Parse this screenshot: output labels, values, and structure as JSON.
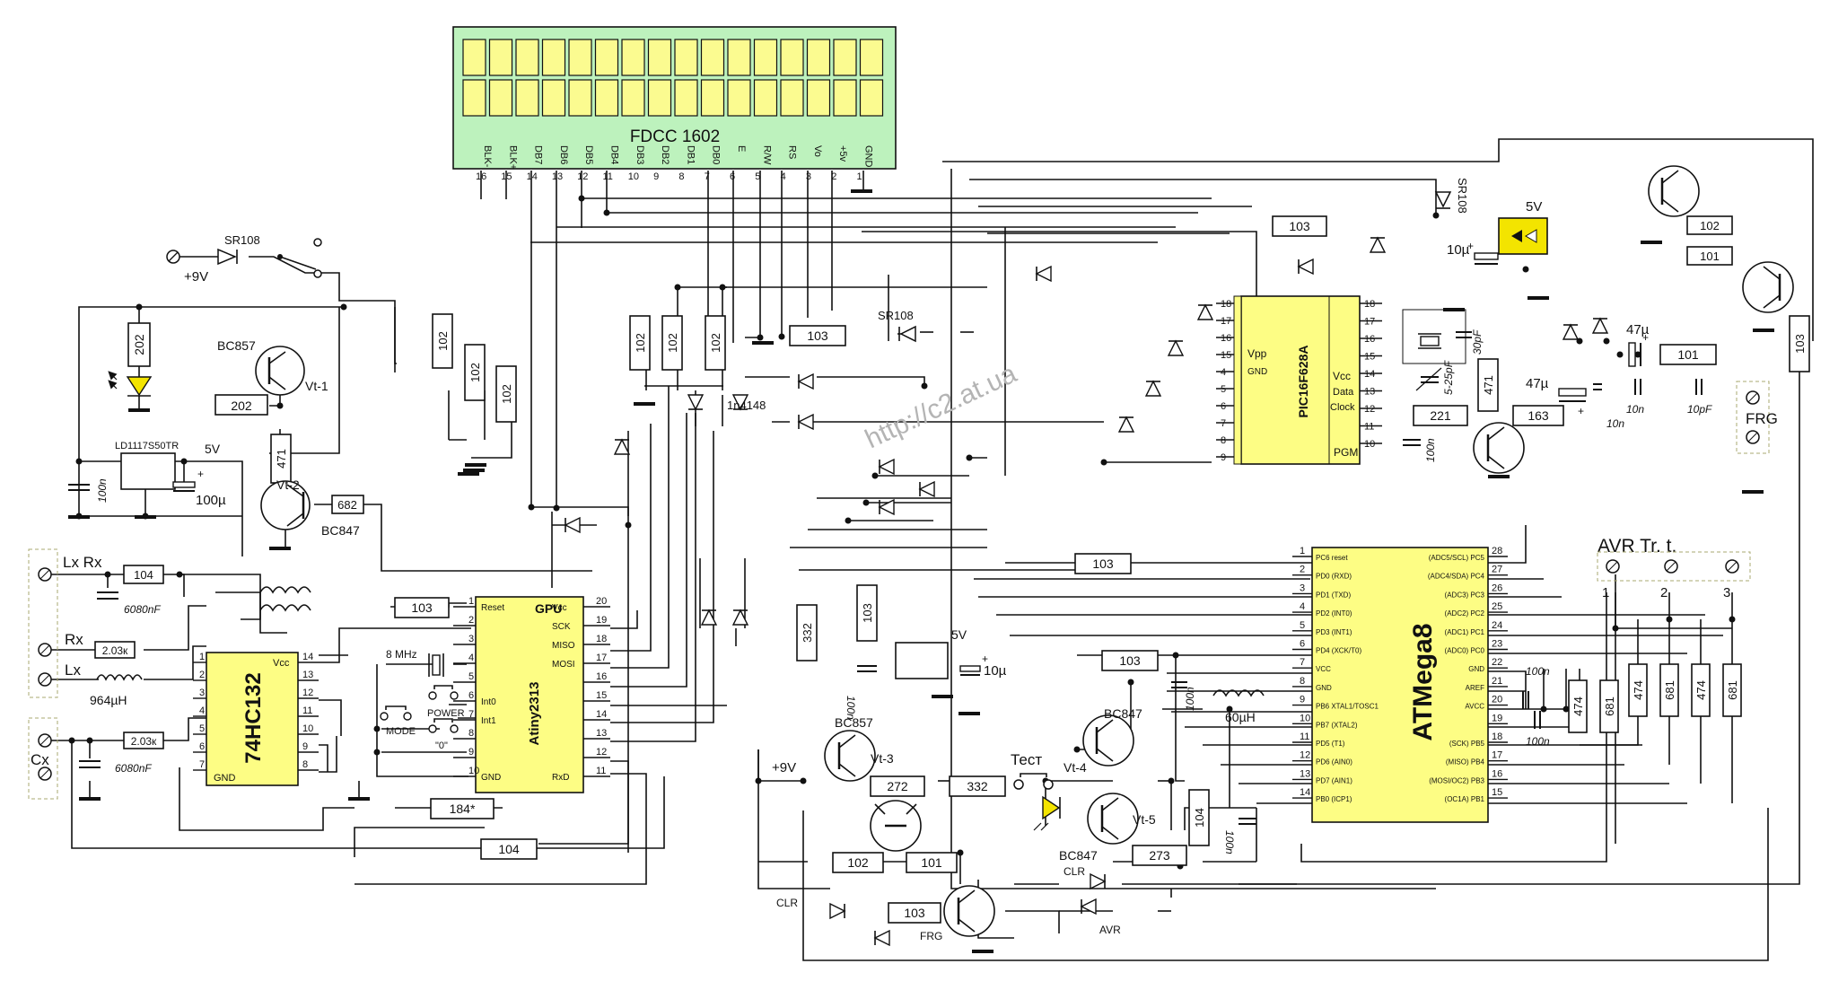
{
  "lcd": {
    "name": "FDCC 1602",
    "pins": [
      {
        "num": "16",
        "name": "BLK-"
      },
      {
        "num": "15",
        "name": "BLK+"
      },
      {
        "num": "14",
        "name": "DB7"
      },
      {
        "num": "13",
        "name": "DB6"
      },
      {
        "num": "12",
        "name": "DB5"
      },
      {
        "num": "11",
        "name": "DB4"
      },
      {
        "num": "10",
        "name": "DB3"
      },
      {
        "num": "9",
        "name": "DB2"
      },
      {
        "num": "8",
        "name": "DB1"
      },
      {
        "num": "7",
        "name": "DB0"
      },
      {
        "num": "6",
        "name": "E"
      },
      {
        "num": "5",
        "name": "R/W"
      },
      {
        "num": "4",
        "name": "RS"
      },
      {
        "num": "3",
        "name": "Vo"
      },
      {
        "num": "2",
        "name": "+5v"
      },
      {
        "num": "1",
        "name": "GND"
      }
    ]
  },
  "gpu": {
    "title": "GPU",
    "part": "Atiny2313",
    "left_pins": [
      {
        "num": "1",
        "name": "Reset"
      },
      {
        "num": "2",
        "name": ""
      },
      {
        "num": "3",
        "name": ""
      },
      {
        "num": "4",
        "name": ""
      },
      {
        "num": "5",
        "name": ""
      },
      {
        "num": "6",
        "name": "Int0"
      },
      {
        "num": "7",
        "name": "Int1"
      },
      {
        "num": "8",
        "name": ""
      },
      {
        "num": "9",
        "name": ""
      },
      {
        "num": "10",
        "name": "GND"
      }
    ],
    "right_pins": [
      {
        "num": "20",
        "name": "Vcc"
      },
      {
        "num": "19",
        "name": "SCK"
      },
      {
        "num": "18",
        "name": "MISO"
      },
      {
        "num": "17",
        "name": "MOSI"
      },
      {
        "num": "16",
        "name": ""
      },
      {
        "num": "15",
        "name": ""
      },
      {
        "num": "14",
        "name": ""
      },
      {
        "num": "13",
        "name": ""
      },
      {
        "num": "12",
        "name": ""
      },
      {
        "num": "11",
        "name": "RxD"
      }
    ]
  },
  "hc132": {
    "part": "74HC132",
    "vcc": "Vcc",
    "gnd": "GND",
    "left_nums": [
      "1",
      "2",
      "3",
      "4",
      "5",
      "6",
      "7"
    ],
    "right_nums": [
      "14",
      "13",
      "12",
      "11",
      "10",
      "9",
      "8"
    ]
  },
  "pic": {
    "part": "PIC16F628A",
    "left_nums": [
      "18",
      "17",
      "16",
      "15",
      "4",
      "5",
      "6",
      "7",
      "8",
      "9"
    ],
    "right_nums": [
      "18",
      "17",
      "16",
      "15",
      "14",
      "13",
      "12",
      "11",
      "10"
    ],
    "labels": {
      "vpp": "Vpp",
      "gnd": "GND",
      "vcc": "Vcc",
      "data": "Data",
      "clock": "Clock",
      "pgm": "PGM"
    }
  },
  "atmega": {
    "part": "ATMega8",
    "left_pins": [
      {
        "num": "1",
        "name": "PC6 reset"
      },
      {
        "num": "2",
        "name": "PD0 (RXD)"
      },
      {
        "num": "3",
        "name": "PD1 (TXD)"
      },
      {
        "num": "4",
        "name": "PD2 (INT0)"
      },
      {
        "num": "5",
        "name": "PD3 (INT1)"
      },
      {
        "num": "6",
        "name": "PD4 (XCK/T0)"
      },
      {
        "num": "7",
        "name": "VCC"
      },
      {
        "num": "8",
        "name": "GND"
      },
      {
        "num": "9",
        "name": "PB6 XTAL1/TOSC1"
      },
      {
        "num": "10",
        "name": "PB7 (XTAL2)"
      },
      {
        "num": "11",
        "name": "PD5 (T1)"
      },
      {
        "num": "12",
        "name": "PD6 (AIN0)"
      },
      {
        "num": "13",
        "name": "PD7 (AIN1)"
      },
      {
        "num": "14",
        "name": "PB0 (ICP1)"
      }
    ],
    "right_pins": [
      {
        "num": "28",
        "name": "(ADC5/SCL) PC5"
      },
      {
        "num": "27",
        "name": "(ADC4/SDA) PC4"
      },
      {
        "num": "26",
        "name": "(ADC3) PC3"
      },
      {
        "num": "25",
        "name": "(ADC2) PC2"
      },
      {
        "num": "24",
        "name": "(ADC1) PC1"
      },
      {
        "num": "23",
        "name": "(ADC0) PC0"
      },
      {
        "num": "22",
        "name": "GND"
      },
      {
        "num": "21",
        "name": "AREF"
      },
      {
        "num": "20",
        "name": "AVCC"
      },
      {
        "num": "19",
        "name": ""
      },
      {
        "num": "18",
        "name": "(SCK) PB5"
      },
      {
        "num": "17",
        "name": "(MISO) PB4"
      },
      {
        "num": "16",
        "name": "(MOSI/OC2) PB3"
      },
      {
        "num": "15",
        "name": "(OC1A) PB1"
      }
    ]
  },
  "resistors": {
    "r202_led": "202",
    "r202_base": "202",
    "r471_vt1": "471",
    "r682": "682",
    "r104_lx": "104",
    "r103_reset": "103",
    "r102_a": "102",
    "r102_b": "102",
    "r102_c": "102",
    "r102_d": "102",
    "r102_e": "102",
    "r102_f": "102",
    "r103_vo": "103",
    "r103_pic_top": "103",
    "r471_pic": "471",
    "r221": "221",
    "r163": "163",
    "r102_q": "102",
    "r101_q": "101",
    "r103_right": "103",
    "r101_frg": "101",
    "r103_pc5": "103",
    "r103_vcc": "103",
    "r332_v": "332",
    "r103_atm": "103",
    "r272": "272",
    "r332_h": "332",
    "r104_v": "104",
    "r273": "273",
    "r102_b2": "102",
    "r101_b2": "101",
    "r103_b3": "103",
    "r184": "184*",
    "r104_bottom": "104",
    "r474_a": "474",
    "r681_a": "681",
    "r474_b": "474",
    "r681_b": "681",
    "r474_c": "474",
    "r681_c": "681",
    "r2k03_rx": "2.03к",
    "r2k03_cx": "2.03к"
  },
  "labels": {
    "plus9v_top": "+9V",
    "sr108_in": "SR108",
    "bc857_top": "BC857",
    "vt1": "Vt-1",
    "vt2": "Vt-2",
    "bc847_top": "BC847",
    "ld1117": "LD1117S50TR",
    "v5_reg": "5V",
    "c100n_in": "100n",
    "c100u": "100µ",
    "lx_rx": "Lx Rx",
    "rx": "Rx",
    "lx": "Lx",
    "cx": "Cx",
    "l964": "964µH",
    "c6080_a": "6080nF",
    "c6080_b": "6080nF",
    "mhz8": "8 MHz",
    "power": "POWER",
    "mode": "MODE",
    "zero": "\"0\"",
    "sr108_mid": "SR108",
    "n1n4148": "1n4148",
    "sr108_right": "SR108",
    "v5_right": "5V",
    "c10u_right": "10µ",
    "c30p": "30pF",
    "c5_25p": "5-25pF",
    "c100n_pic": "100n",
    "c47u_a": "47µ",
    "c47u_b": "47µ",
    "c10n_a": "10n",
    "c10n_b": "10n",
    "c10p": "10pF",
    "frg_conn": "FRG",
    "url": "http://c2.at.ua",
    "v5_mid": "5V",
    "c10u_mid": "10µ",
    "c100n_mid": "100n",
    "c100n_atm": "100n",
    "l60u": "60µH",
    "c100n_aref": "100n",
    "c100n_avcc": "100n",
    "c100n_vt": "100n",
    "plus9v_mid": "+9V",
    "bc857_vt3": "BC857",
    "vt3": "Vt-3",
    "bc847_vt4": "BC847",
    "vt4": "Vt-4",
    "test": "Тест",
    "vt5": "Vt-5",
    "bc847_vt5": "BC847",
    "avr_tr": "AVR Tr. t.",
    "avr_1": "1",
    "avr_2": "2",
    "avr_3": "3",
    "clr_a": "CLR",
    "clr_b": "CLR",
    "frg_b": "FRG",
    "avr_b": "AVR",
    "reg_5v_small": "5V"
  }
}
